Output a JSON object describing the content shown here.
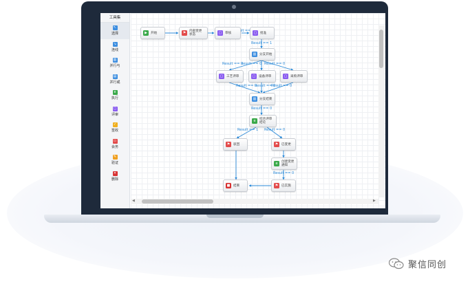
{
  "toolbox": {
    "title": "工具集",
    "items": [
      {
        "label": "选择",
        "icon": "cursor-icon",
        "color": "#3d8ee0"
      },
      {
        "label": "连线",
        "icon": "line-icon",
        "color": "#3d8ee0"
      },
      {
        "label": "并行与",
        "icon": "parallel-and-icon",
        "color": "#3d8ee0"
      },
      {
        "label": "并行或",
        "icon": "parallel-or-icon",
        "color": "#3d8ee0"
      },
      {
        "label": "执行",
        "icon": "execute-icon",
        "color": "#3aa94a"
      },
      {
        "label": "评审",
        "icon": "review-icon",
        "color": "#8a5cf0"
      },
      {
        "label": "签收",
        "icon": "sign-icon",
        "color": "#f0b020"
      },
      {
        "label": "会务",
        "icon": "meeting-icon",
        "color": "#e34b4b"
      },
      {
        "label": "验证",
        "icon": "verify-icon",
        "color": "#f0a020"
      },
      {
        "label": "删除",
        "icon": "delete-icon",
        "color": "#d83232"
      }
    ]
  },
  "nodes": {
    "start": {
      "label": "开始",
      "color": "#3aa94a"
    },
    "internal_change": {
      "label": "内部变更\n状态",
      "color": "#e34b4b"
    },
    "approve_review": {
      "label": "审核",
      "color": "#8a5cf0"
    },
    "approve": {
      "label": "批准",
      "color": "#8a5cf0"
    },
    "branch_start": {
      "label": "分支开始",
      "color": "#3d8ee0"
    },
    "process_review": {
      "label": "工艺评审",
      "color": "#8a5cf0"
    },
    "equipment_review": {
      "label": "设备评审",
      "color": "#8a5cf0"
    },
    "purchase_review": {
      "label": "采购评审",
      "color": "#8a5cf0"
    },
    "branch_end": {
      "label": "分支结束",
      "color": "#3d8ee0"
    },
    "summary_review": {
      "label": "综合评审\n结论",
      "color": "#3aa94a"
    },
    "reject": {
      "label": "驳回",
      "color": "#e34b4b"
    },
    "changed": {
      "label": "已变更",
      "color": "#e34b4b"
    },
    "create_notice": {
      "label": "创建变更\n通知",
      "color": "#3aa94a"
    },
    "implemented": {
      "label": "已实施",
      "color": "#e34b4b"
    },
    "end": {
      "label": "结束",
      "color": "#d83232"
    }
  },
  "edge_labels": {
    "e1": "Result == 0",
    "e2": "Result == 1",
    "e3": "Result == 0",
    "e4": "Result == 0",
    "e5": "Result == 0",
    "e6": "Result == 0",
    "e7": "Result == 0",
    "e8": "Result == 0",
    "e9": "Result == 0",
    "e10": "Result == 0",
    "e11": "Result == 1",
    "e12": "Result == 0",
    "e13": "Result == 0"
  },
  "watermark": {
    "text": "聚信同创",
    "icon": "wechat-icon"
  }
}
